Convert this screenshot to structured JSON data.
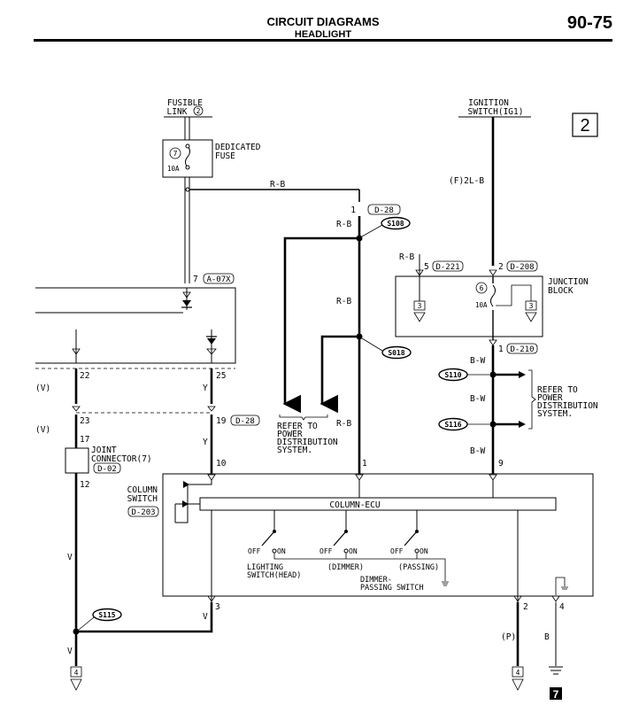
{
  "header": {
    "title": "CIRCUIT DIAGRAMS",
    "subtitle": "HEADLIGHT",
    "page": "90-75"
  },
  "sheet_number": "2",
  "sources": {
    "fusible_link_line1": "FUSIBLE",
    "fusible_link_line2": "LINK",
    "fusible_link_num": "2",
    "ignition_line1": "IGNITION",
    "ignition_line2": "SWITCH(IG1)"
  },
  "fuses": {
    "dedicated_label1": "DEDICATED",
    "dedicated_label2": "FUSE",
    "dedicated_num": "7",
    "dedicated_amp": "10A",
    "junction_num": "6",
    "junction_amp": "10A"
  },
  "junction_block": {
    "label1": "JUNCTION",
    "label2": "BLOCK"
  },
  "wires": {
    "rb": "R-B",
    "f2lb": "(F)2L-B",
    "bw": "B-W",
    "y": "Y",
    "v": "V",
    "v_paren": "(V)",
    "p_paren": "(P)",
    "b": "B"
  },
  "pins": {
    "p1": "1",
    "p2": "2",
    "p3": "3",
    "p4": "4",
    "p5": "5",
    "p7": "7",
    "p9": "9",
    "p10": "10",
    "p12": "12",
    "p17": "17",
    "p19": "19",
    "p22": "22",
    "p23": "23",
    "p25": "25"
  },
  "connectors": {
    "d28": "D-28",
    "a07x": "A-07X",
    "d221": "D-221",
    "d208": "D-208",
    "d210": "D-210",
    "d02": "D-02",
    "d203": "D-203"
  },
  "splices": {
    "s108": "S108",
    "s018": "S018",
    "s110": "S110",
    "s116": "S116",
    "s115": "S115"
  },
  "refer_text": {
    "l1": "REFER TO",
    "l2": "POWER",
    "l3": "DISTRIBUTION",
    "l4": "SYSTEM."
  },
  "joint_connector": {
    "l1": "JOINT",
    "l2": "CONNECTOR(7)"
  },
  "column_switch": {
    "l1": "COLUMN",
    "l2": "SWITCH"
  },
  "column_ecu": "COLUMN-ECU",
  "switches": {
    "off": "OFF",
    "on": "ON",
    "lighting1": "LIGHTING",
    "lighting2": "SWITCH(HEAD)",
    "dimmer": "(DIMMER)",
    "passing": "(PASSING)",
    "dp1": "DIMMER-",
    "dp2": "PASSING SWITCH"
  },
  "ground_refs": {
    "g4": "4",
    "g3": "3",
    "g7": "7"
  }
}
